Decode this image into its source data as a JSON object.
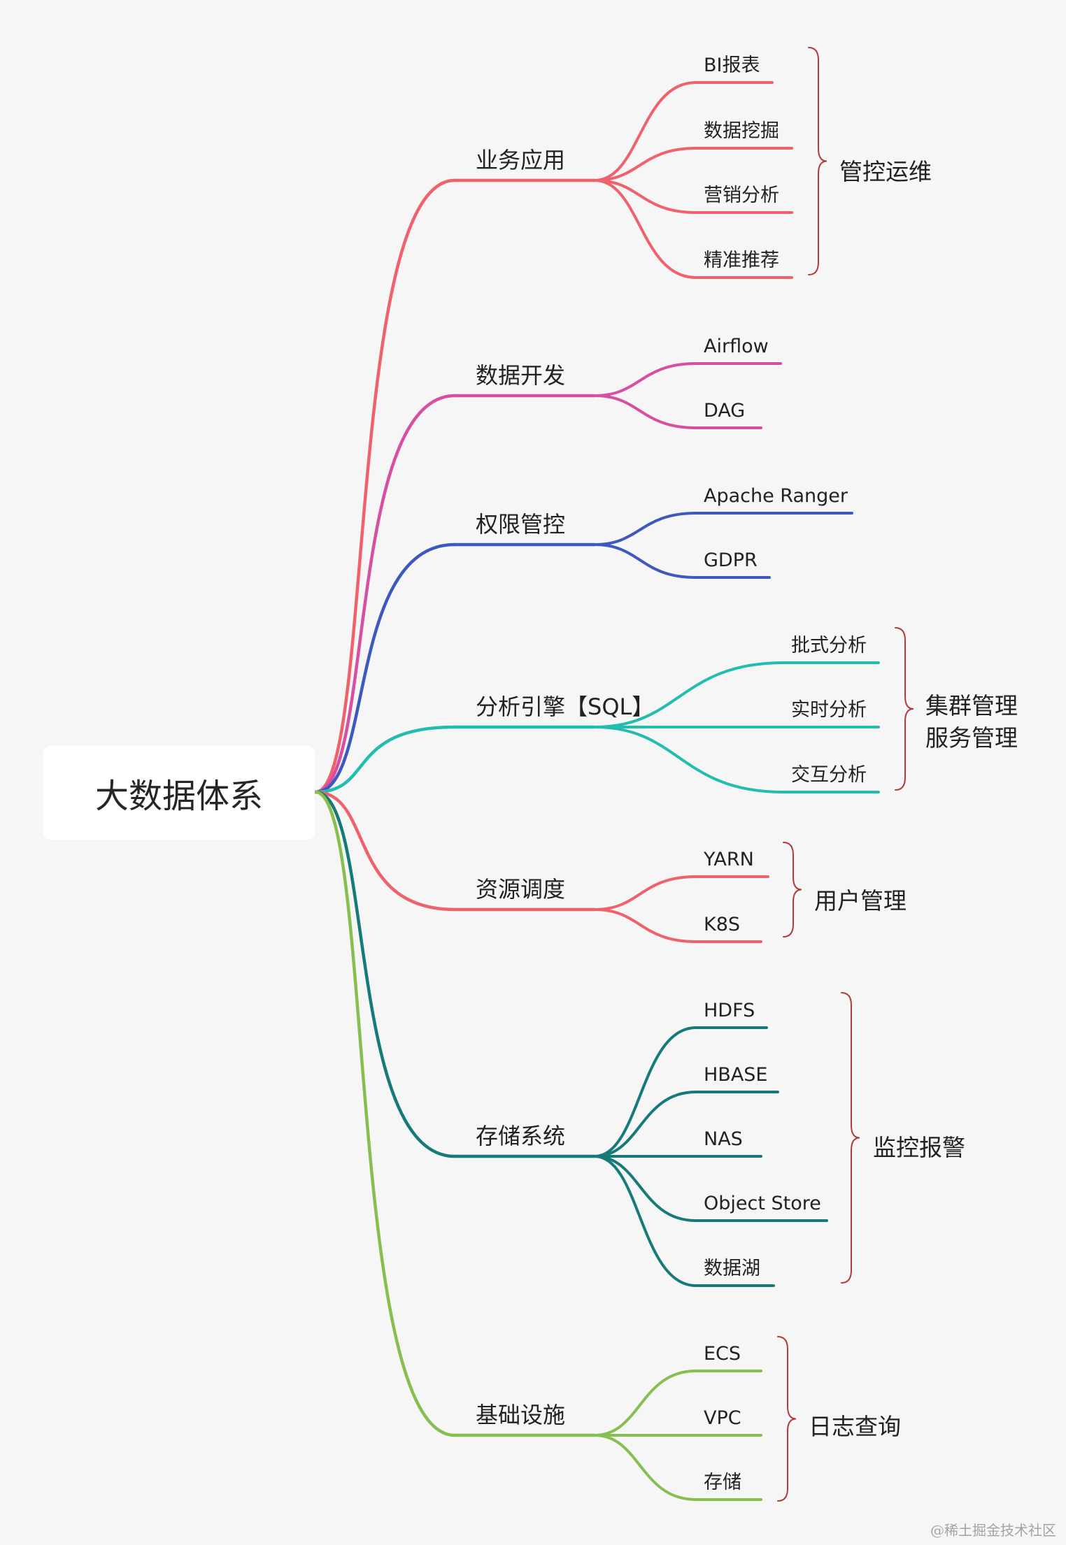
{
  "root": {
    "label": "大数据体系"
  },
  "branches": [
    {
      "label": "业务应用",
      "color": "#f0626b",
      "leaves": [
        "BI报表",
        "数据挖掘",
        "营销分析",
        "精准推荐"
      ],
      "note": [
        "管控运维"
      ]
    },
    {
      "label": "数据开发",
      "color": "#d64fa3",
      "leaves": [
        "Airflow",
        "DAG"
      ],
      "note": []
    },
    {
      "label": "权限管控",
      "color": "#3d59bd",
      "leaves": [
        "Apache Ranger",
        "GDPR"
      ],
      "note": []
    },
    {
      "label": "分析引擎【SQL】",
      "color": "#22bdb0",
      "leaves": [
        "批式分析",
        "实时分析",
        "交互分析"
      ],
      "note": [
        "集群管理",
        "服务管理"
      ]
    },
    {
      "label": "资源调度",
      "color": "#f0626b",
      "leaves": [
        "YARN",
        "K8S"
      ],
      "note": [
        "用户管理"
      ]
    },
    {
      "label": "存储系统",
      "color": "#167a78",
      "leaves": [
        "HDFS",
        "HBASE",
        "NAS",
        "Object Store",
        "数据湖"
      ],
      "note": [
        "监控报警"
      ]
    },
    {
      "label": "基础设施",
      "color": "#86bf4f",
      "leaves": [
        "ECS",
        "VPC",
        "存储"
      ],
      "note": [
        "日志查询"
      ]
    }
  ],
  "bracket_color": "#b23a3a",
  "watermark": "@稀土掘金技术社区"
}
